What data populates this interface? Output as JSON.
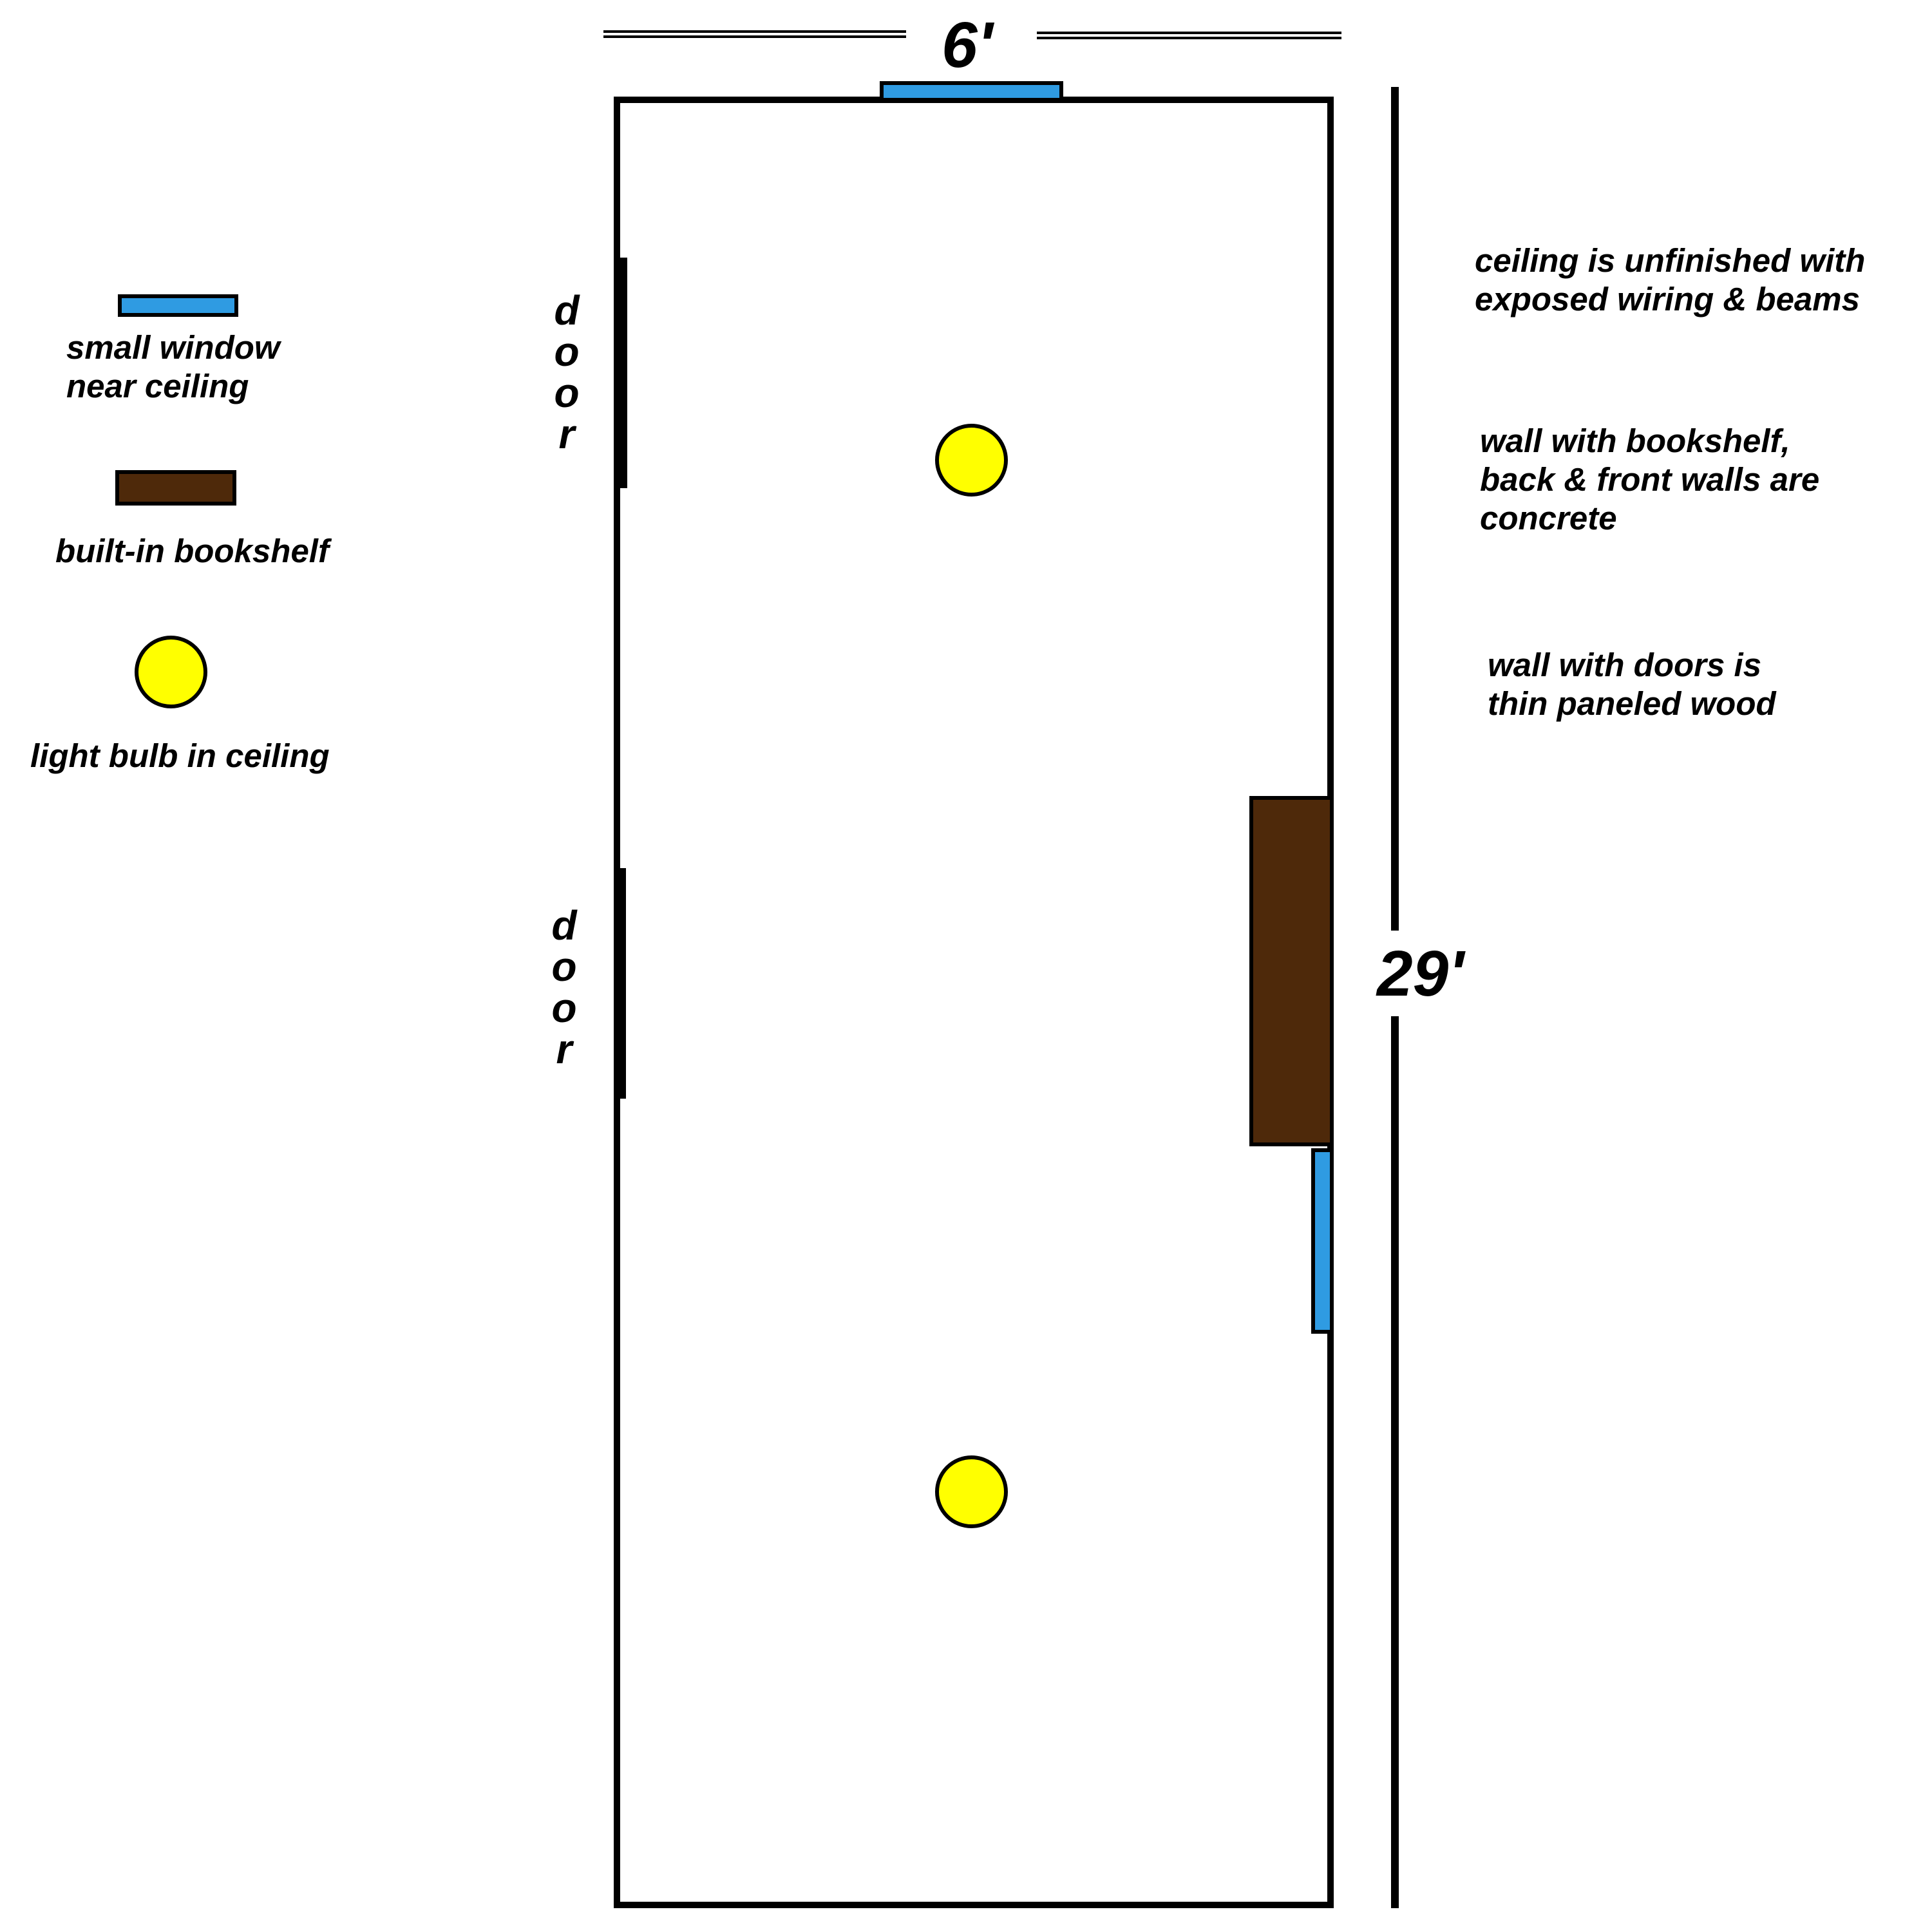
{
  "dimensions": {
    "width_label": "6'",
    "length_label": "29'"
  },
  "doors": [
    {
      "label": "d\no\no\nr"
    },
    {
      "label": "d\no\no\nr"
    }
  ],
  "legend": {
    "window_label": "small window\nnear ceiling",
    "bookshelf_label": "built-in bookshelf",
    "bulb_label": "light bulb in ceiling"
  },
  "notes": [
    "ceiling is unfinished with\nexposed wiring & beams",
    "wall with bookshelf,\nback & front walls are\nconcrete",
    "wall with doors is\nthin paneled wood"
  ],
  "colors": {
    "window": "#2f9be2",
    "bookshelf": "#4e290a",
    "bulb": "#ffff00",
    "wall": "#000000"
  }
}
